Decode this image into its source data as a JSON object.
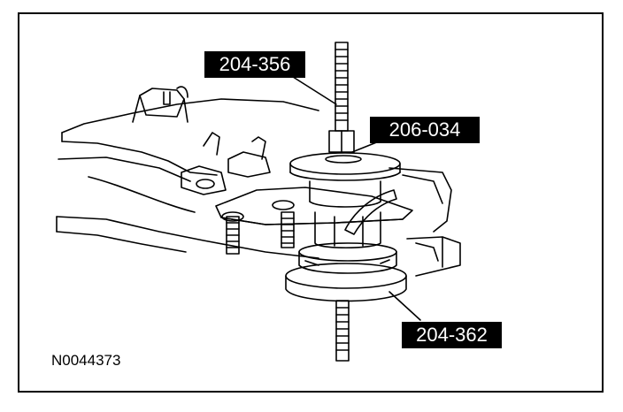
{
  "figure": {
    "id": "N0044373",
    "callouts": {
      "rod_tool": "204-356",
      "cup_tool": "206-034",
      "receiver_tool": "204-362"
    }
  }
}
